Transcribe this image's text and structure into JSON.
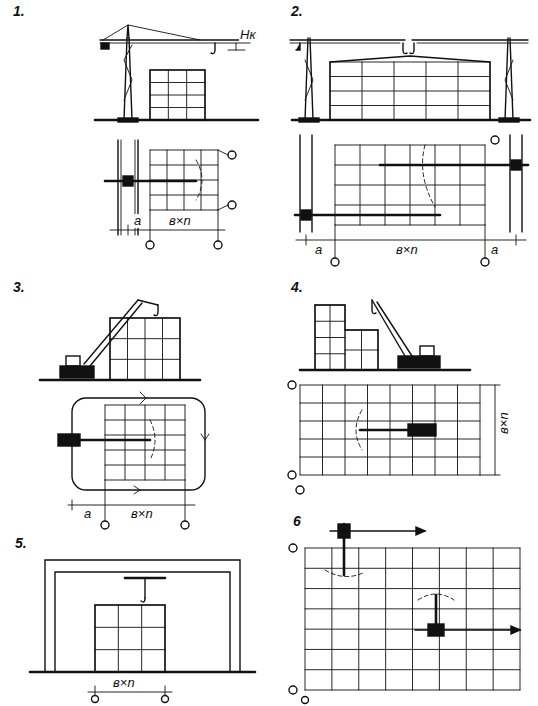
{
  "diagram": {
    "labels": [
      "1.",
      "Hк",
      "a",
      "в×n",
      "2.",
      "a",
      "в×n",
      "a",
      "3.",
      "a",
      "в×n",
      "4.",
      "в×n",
      "5.",
      "в×n",
      "6"
    ]
  }
}
